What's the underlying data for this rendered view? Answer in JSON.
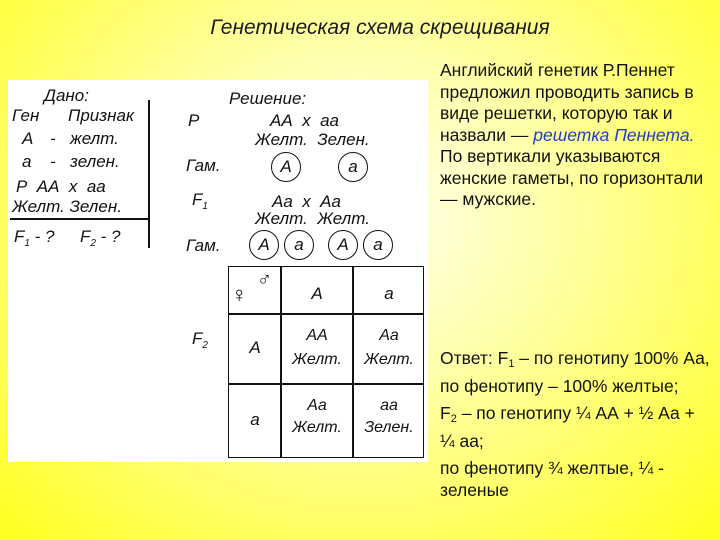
{
  "title": "Генетическая схема скрещивания",
  "given": {
    "heading": "Дано:",
    "col_gene": "Ген",
    "col_trait": "Признак",
    "row1_gene": "А",
    "row1_dash": "-",
    "row1_trait": "желт.",
    "row2_gene": "а",
    "row2_dash": "-",
    "row2_trait": "зелен.",
    "parents": "Р  АА  х  аа",
    "parents_pheno": "Желт. Зелен.",
    "f1": "F",
    "f1_sub": "1",
    "f1_q": " - ?",
    "f2": "F",
    "f2_sub": "2",
    "f2_q": " - ?"
  },
  "solution": {
    "heading": "Решение:",
    "p_label": "Р",
    "p_geno": "АА  х  аа",
    "p_pheno": "Желт.  Зелен.",
    "gam_label1": "Гам.",
    "gam1": [
      "А",
      "а"
    ],
    "f1_label": "F",
    "f1_label_sub": "1",
    "f1_geno": "Аа  х  Аа",
    "f1_pheno": "Желт.  Желт.",
    "gam_label2": "Гам.",
    "gam2": [
      "А",
      "а",
      "А",
      "а"
    ],
    "female_symbol": "♀",
    "male_symbol": "♂",
    "f2_label": "F",
    "f2_label_sub": "2",
    "punnett": {
      "male_gametes": [
        "А",
        "а"
      ],
      "female_gametes": [
        "А",
        "а"
      ],
      "cells": [
        [
          "АА",
          "Желт.",
          "Аа",
          "Желт."
        ],
        [
          "Аа",
          "Желт.",
          "аа",
          "Зелен."
        ]
      ]
    }
  },
  "description": {
    "text1": "Английский генетик Р.Пеннет предложил проводить запись в виде решетки, которую так и назвали — ",
    "highlight": "решетка Пеннета.",
    "text2": " По вертикали указываются женские гаметы, по горизонтали — мужские."
  },
  "answer": {
    "l1a": "Ответ: F",
    "l1sub": "1",
    "l1b": " – по генотипу 100% Аа, по фенотипу – 100% желтые;",
    "l2a": "F",
    "l2sub": "2",
    "l2b": " – по генотипу ¼ АА + ½ Аа + ¼ аа;",
    "l3": "по фенотипу ¾ желтые, ¼ - зеленые"
  },
  "colors": {
    "highlight": "#1f3ec9",
    "background": "#ffff1e"
  }
}
